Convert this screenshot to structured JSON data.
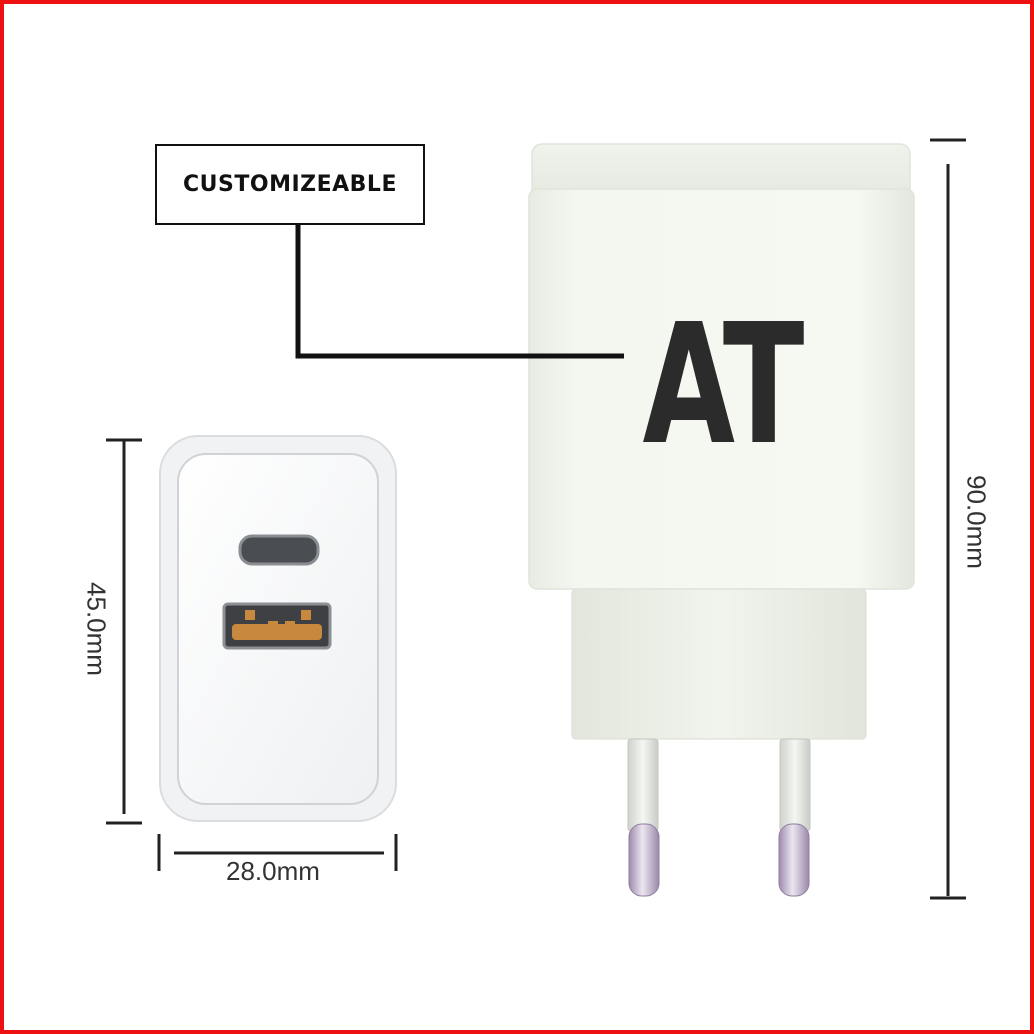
{
  "callout": {
    "label": "CUSTOMIZEABLE"
  },
  "logo": {
    "text": "AT"
  },
  "dimensions": {
    "width": "28.0mm",
    "height_small": "45.0mm",
    "height_large": "90.0mm"
  },
  "colors": {
    "border": "#ee1111",
    "body": "#f3f5ef",
    "port_usb_a": "#c8883d",
    "pins_tip": "#b8a4c8",
    "text_dark": "#2b2b2b"
  }
}
